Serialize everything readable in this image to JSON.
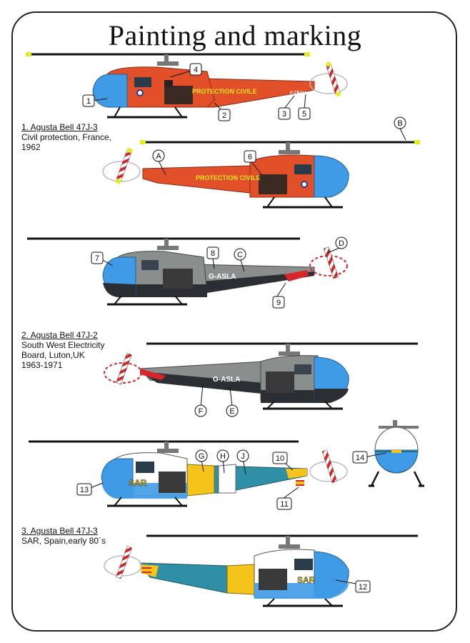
{
  "title": "Painting and marking",
  "schemes": [
    {
      "lines": [
        "1. Agusta Bell 47J-3",
        "Civil protection, France,",
        "1962"
      ]
    },
    {
      "lines": [
        "2. Agusta Bell 47J-2",
        "South West Electricity",
        "Board, Luton,UK",
        "1963-1971"
      ]
    },
    {
      "lines": [
        "3. Agusta Bell 47J-3",
        "SAR, Spain,early 80´s"
      ]
    }
  ],
  "markings": {
    "protection_civile": "PROTECTION CIVILE",
    "reg_france": "F-ZBAH",
    "reg_uk": "G-ASLA",
    "sar": "SAR"
  },
  "callouts": {
    "c1": "1",
    "c2": "2",
    "c3": "3",
    "c4": "4",
    "c5": "5",
    "c6": "6",
    "c7": "7",
    "c8": "8",
    "c9": "9",
    "c10": "10",
    "c11": "11",
    "c12": "12",
    "c13": "13",
    "c14": "14",
    "A": "A",
    "B": "B",
    "C": "C",
    "D": "D",
    "E": "E",
    "F": "F",
    "G": "G",
    "H": "H",
    "J": "J"
  },
  "colors": {
    "orange": "#e2502a",
    "blue_canopy": "#3f9be6",
    "grey": "#8a8f8d",
    "dark": "#2b2f33",
    "yellow": "#f4c41a",
    "teal": "#2f8fa6",
    "red": "#d6262a"
  }
}
